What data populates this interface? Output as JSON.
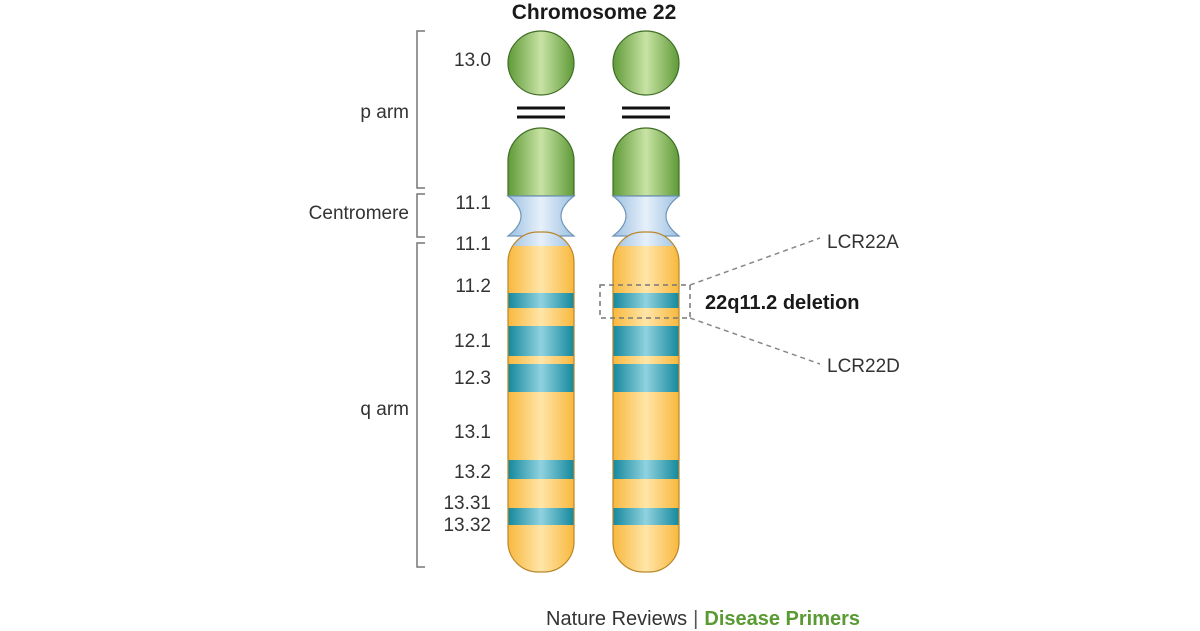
{
  "title": "Chromosome 22",
  "regions": {
    "p_arm": "p arm",
    "centromere": "Centromere",
    "q_arm": "q arm"
  },
  "bands": [
    "13.0",
    "11.1",
    "11.1",
    "11.2",
    "12.1",
    "12.3",
    "13.1",
    "13.2",
    "13.31",
    "13.32"
  ],
  "callouts": {
    "top": "LCR22A",
    "middle": "22q11.2 deletion",
    "bottom": "LCR22D"
  },
  "credit": {
    "journal": "Nature Reviews",
    "separator": "|",
    "series": "Disease Primers"
  },
  "colors": {
    "p_arm": "#7fb24e",
    "centromere": "#b8d3ec",
    "q_arm": "#ffc75a",
    "dark_band": "#1f9aae",
    "series_text": "#5a9a32"
  }
}
